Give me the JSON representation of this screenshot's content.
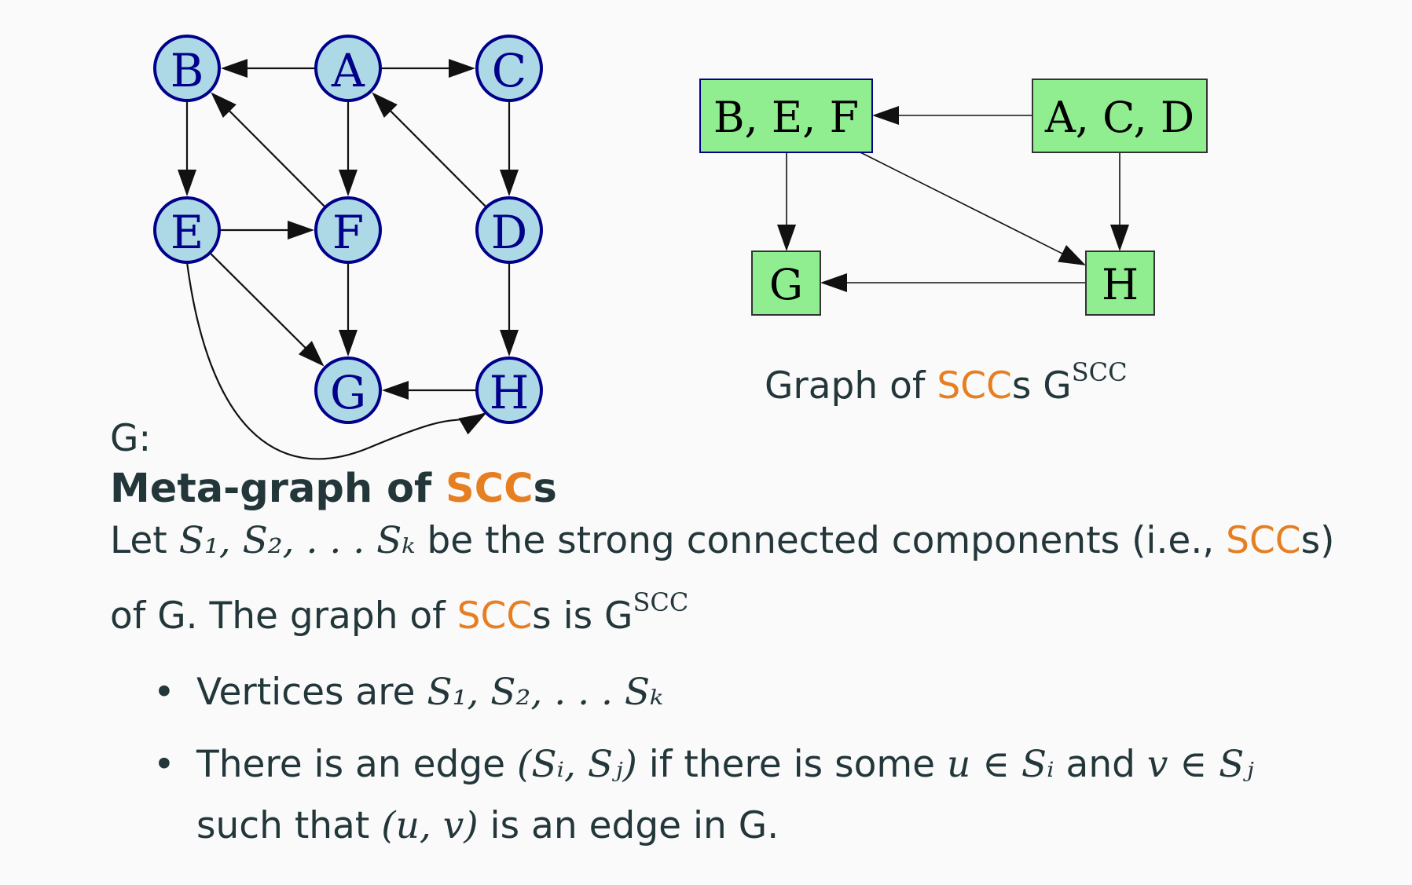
{
  "graph_g": {
    "nodes": [
      {
        "id": "A",
        "label": "A"
      },
      {
        "id": "B",
        "label": "B"
      },
      {
        "id": "C",
        "label": "C"
      },
      {
        "id": "D",
        "label": "D"
      },
      {
        "id": "E",
        "label": "E"
      },
      {
        "id": "F",
        "label": "F"
      },
      {
        "id": "G",
        "label": "G"
      },
      {
        "id": "H",
        "label": "H"
      }
    ],
    "edges": [
      {
        "from": "A",
        "to": "B"
      },
      {
        "from": "A",
        "to": "C"
      },
      {
        "from": "A",
        "to": "F"
      },
      {
        "from": "B",
        "to": "E"
      },
      {
        "from": "F",
        "to": "B"
      },
      {
        "from": "C",
        "to": "D"
      },
      {
        "from": "D",
        "to": "A"
      },
      {
        "from": "E",
        "to": "F"
      },
      {
        "from": "E",
        "to": "G"
      },
      {
        "from": "F",
        "to": "G"
      },
      {
        "from": "D",
        "to": "H"
      },
      {
        "from": "H",
        "to": "G"
      },
      {
        "from": "E",
        "to": "H"
      }
    ]
  },
  "graph_scc": {
    "nodes": [
      {
        "id": "BEF",
        "label": "B, E, F"
      },
      {
        "id": "ACD",
        "label": "A, C, D"
      },
      {
        "id": "G",
        "label": "G"
      },
      {
        "id": "H",
        "label": "H"
      }
    ],
    "edges": [
      {
        "from": "ACD",
        "to": "BEF"
      },
      {
        "from": "BEF",
        "to": "G"
      },
      {
        "from": "BEF",
        "to": "H"
      },
      {
        "from": "ACD",
        "to": "H"
      },
      {
        "from": "H",
        "to": "G"
      }
    ]
  },
  "caption": {
    "pre": "Graph of ",
    "scc": "SCC",
    "post": "s G",
    "sup": "SCC"
  },
  "g_label": "G:",
  "heading": {
    "pre": "Meta-graph of ",
    "scc": "SCC",
    "post": "s"
  },
  "paragraph": {
    "line1_pre": "Let ",
    "line1_math": "S₁, S₂, . . . Sₖ",
    "line1_mid": " be the strong connected components (i.e., ",
    "line1_scc": "SCC",
    "line1_post": "s)",
    "line2_pre": "of G.  The graph of ",
    "line2_scc": "SCC",
    "line2_mid": "s is G",
    "line2_sup": "SCC"
  },
  "bullets": {
    "b1_text": "Vertices are ",
    "b1_math": "S₁, S₂, . . . Sₖ",
    "b2_l1_a": "There is an edge ",
    "b2_l1_m1": "(Sᵢ, Sⱼ)",
    "b2_l1_b": " if there is some ",
    "b2_l1_m2": "u ∈ Sᵢ",
    "b2_l1_c": " and ",
    "b2_l1_m3": "v ∈ Sⱼ",
    "b2_l2_a": "such that ",
    "b2_l2_m": "(u, v)",
    "b2_l2_b": " is an edge in G."
  },
  "colors": {
    "accent": "#e67e22",
    "node_fill": "#add8e6",
    "node_stroke": "#00008b",
    "scc_fill": "#90ee90",
    "text": "#23373b"
  }
}
